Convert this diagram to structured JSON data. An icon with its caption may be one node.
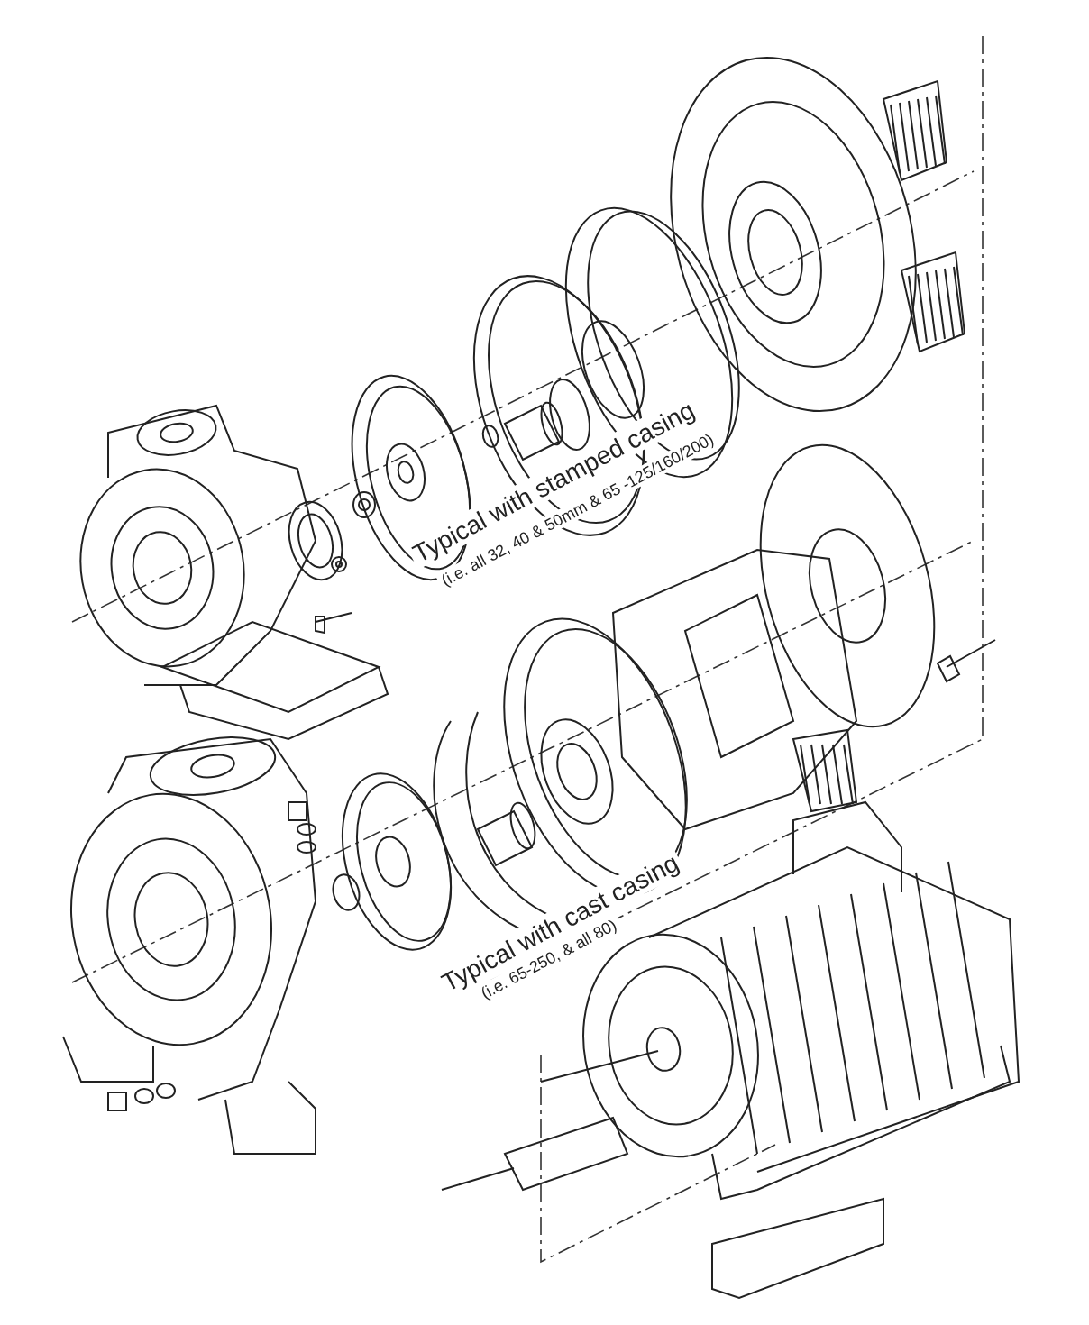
{
  "diagram": {
    "labels": [
      "Typical with stamped casing",
      "(i.e. all 32, 40 & 50mm & 65 -125/160/200)",
      "Typical with cast casing",
      "(i.e. 65-250, & all 80)"
    ]
  }
}
